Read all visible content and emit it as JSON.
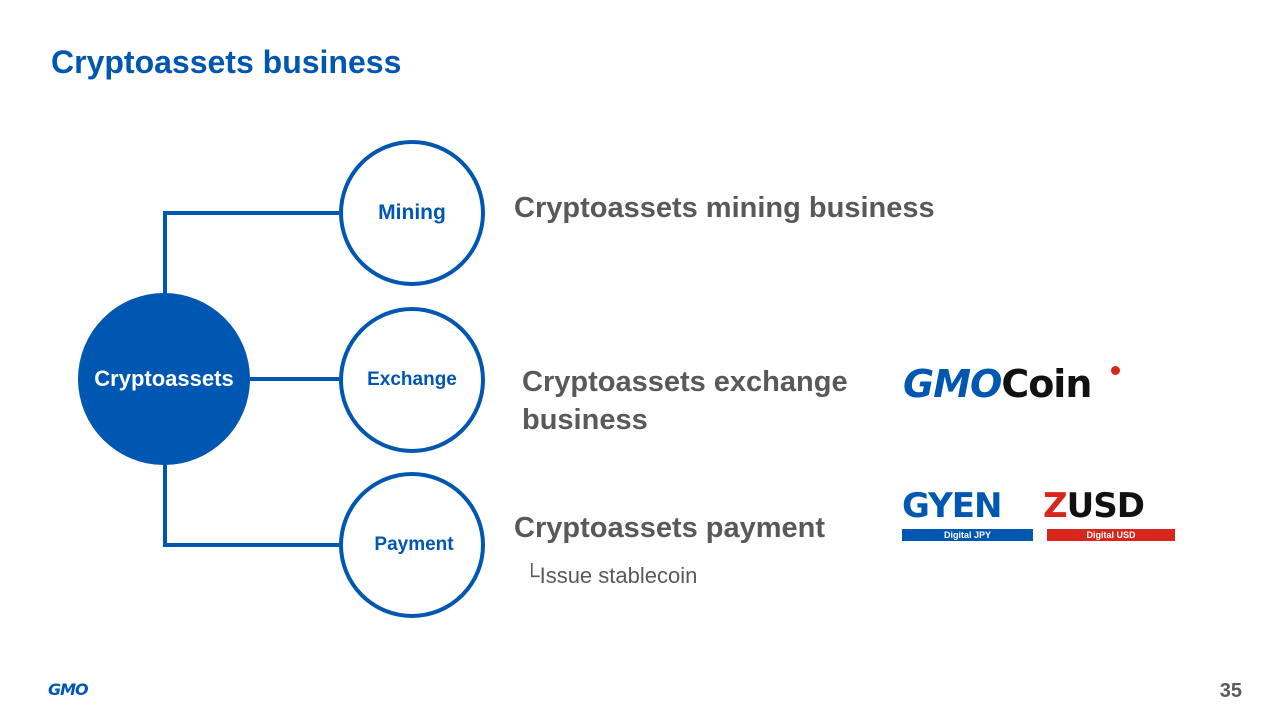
{
  "title": "Cryptoassets business",
  "center": "Cryptoassets",
  "nodes": [
    {
      "label": "Mining",
      "desc": "Cryptoassets mining business"
    },
    {
      "label": "Exchange",
      "desc_line1": "Cryptoassets exchange",
      "desc_line2": "business"
    },
    {
      "label": "Payment",
      "desc": "Cryptoassets payment",
      "sub": "└Issue stablecoin"
    }
  ],
  "logos": {
    "gmo_coin": {
      "gmo": "GMO",
      "coin": "Coin"
    },
    "gyen": {
      "text": "GYEN",
      "tag": "Digital JPY"
    },
    "zusd": {
      "text": "ZUSD",
      "tag": "Digital USD"
    }
  },
  "footer": {
    "logo": "GMO",
    "page": "35"
  },
  "colors": {
    "blue": "#0057b1",
    "gray": "#595959",
    "red": "#d9261c"
  }
}
